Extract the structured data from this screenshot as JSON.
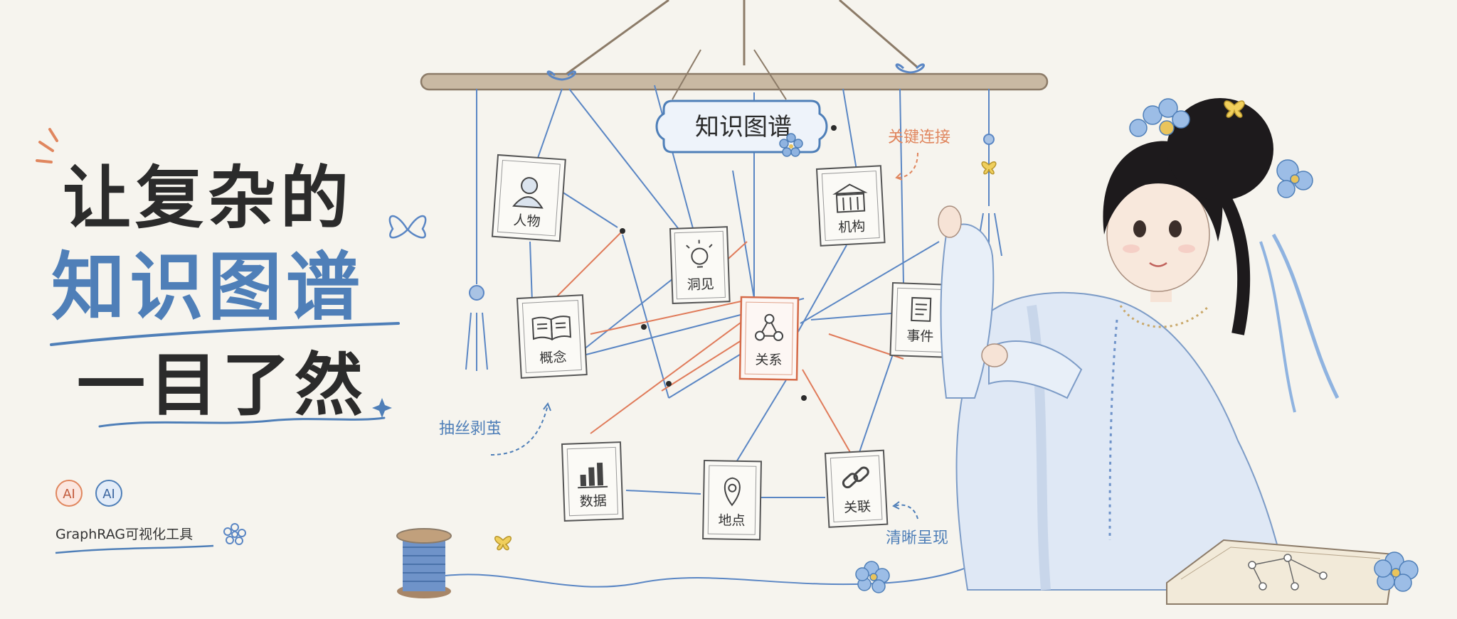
{
  "headline": {
    "line1": "让复杂的",
    "line2": "知识图谱",
    "line3": "一目了然"
  },
  "badges": [
    "AI",
    "AI"
  ],
  "tagline": "GraphRAG可视化工具",
  "banner_title": "知识图谱",
  "cards": {
    "person": "人物",
    "insight": "洞见",
    "org": "机构",
    "concept": "概念",
    "relation": "关系",
    "event": "事件",
    "data": "数据",
    "place": "地点",
    "link": "关联"
  },
  "annotations": {
    "key_links": "关键连接",
    "unravel": "抽丝剥茧",
    "clear": "清晰呈现"
  },
  "colors": {
    "ink": "#2b2b2b",
    "blue": "#4f7fb8",
    "thread_blue": "#5a86c4",
    "thread_red": "#e07b5a",
    "accent_orange": "#e0865e",
    "paper": "#f6f4ee"
  }
}
